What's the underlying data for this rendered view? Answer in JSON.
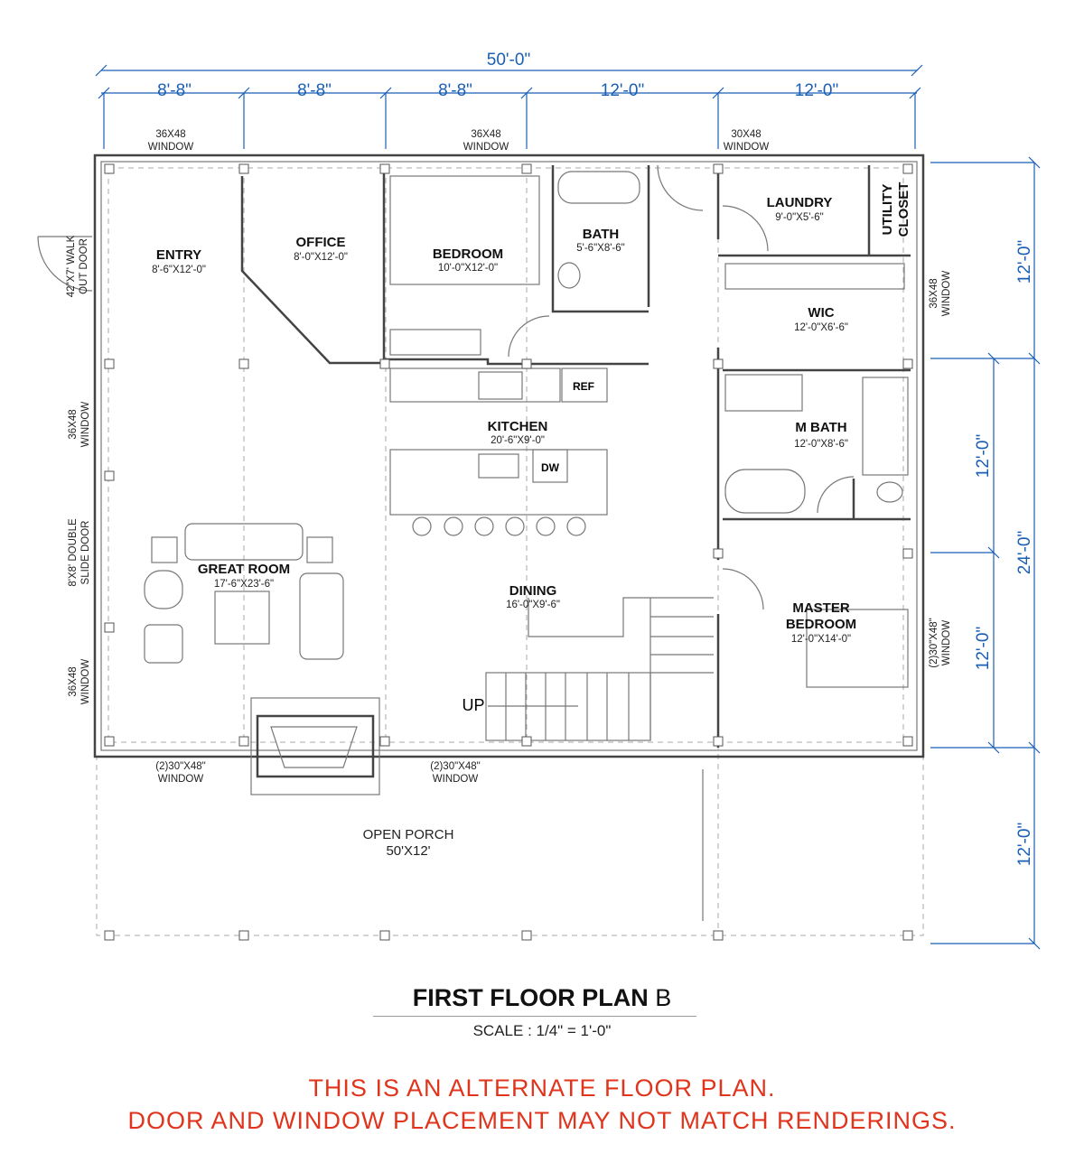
{
  "dimensions": {
    "overall_width": "50'-0\"",
    "bays": [
      "8'-8\"",
      "8'-8\"",
      "8'-8\"",
      "12'-0\"",
      "12'-0\""
    ],
    "right_outer": [
      "12'-0\"",
      "24'-0\"",
      "12'-0\""
    ],
    "right_inner": [
      "12'-0\"",
      "12'-0\""
    ]
  },
  "rooms": {
    "entry": {
      "name": "ENTRY",
      "size": "8'-6\"X12'-0\""
    },
    "office": {
      "name": "OFFICE",
      "size": "8'-0\"X12'-0\""
    },
    "bedroom": {
      "name": "BEDROOM",
      "size": "10'-0\"X12'-0\""
    },
    "bath": {
      "name": "BATH",
      "size": "5'-6\"X8'-6\""
    },
    "laundry": {
      "name": "LAUNDRY",
      "size": "9'-0\"X5'-6\""
    },
    "utility": {
      "name1": "UTILITY",
      "name2": "CLOSET"
    },
    "wic": {
      "name": "WIC",
      "size": "12'-0\"X6'-6\""
    },
    "kitchen": {
      "name": "KITCHEN",
      "size": "20'-6\"X9'-0\""
    },
    "mbath": {
      "name": "M BATH",
      "size": "12'-0\"X8'-6\""
    },
    "great_room": {
      "name": "GREAT ROOM",
      "size": "17'-6\"X23'-6\""
    },
    "dining": {
      "name": "DINING",
      "size": "16'-0\"X9'-6\""
    },
    "master": {
      "name1": "MASTER",
      "name2": "BEDROOM",
      "size": "12'-0\"X14'-0\""
    },
    "porch": {
      "name": "OPEN PORCH",
      "size": "50'X12'"
    }
  },
  "fixtures": {
    "ref": "REF",
    "dw": "DW",
    "stairs": "UP"
  },
  "openings": {
    "top_window_1": [
      "36X48",
      "WINDOW"
    ],
    "top_window_2": [
      "36X48",
      "WINDOW"
    ],
    "top_window_3": [
      "30X48",
      "WINDOW"
    ],
    "left_door": [
      "42\"X7' WALK",
      "OUT DOOR"
    ],
    "left_window_1": [
      "36X48",
      "WINDOW"
    ],
    "left_slide_door": [
      "8'X8' DOUBLE",
      "SLIDE DOOR"
    ],
    "left_window_2": [
      "36X48",
      "WINDOW"
    ],
    "bottom_window_1": [
      "(2)30\"X48\"",
      "WINDOW"
    ],
    "bottom_window_2": [
      "(2)30\"X48\"",
      "WINDOW"
    ],
    "right_window_1": [
      "36X48",
      "WINDOW"
    ],
    "right_window_2": [
      "(2)30\"X48\"",
      "WINDOW"
    ]
  },
  "title": {
    "main": "FIRST FLOOR PLAN",
    "suffix": "B",
    "scale": "SCALE :  1/4\" = 1'-0\""
  },
  "notice": {
    "line1": "THIS IS AN ALTERNATE FLOOR PLAN.",
    "line2": "DOOR AND WINDOW PLACEMENT MAY NOT MATCH RENDERINGS."
  },
  "colors": {
    "dimension": "#1a5fb4",
    "notice": "#e0341c"
  }
}
